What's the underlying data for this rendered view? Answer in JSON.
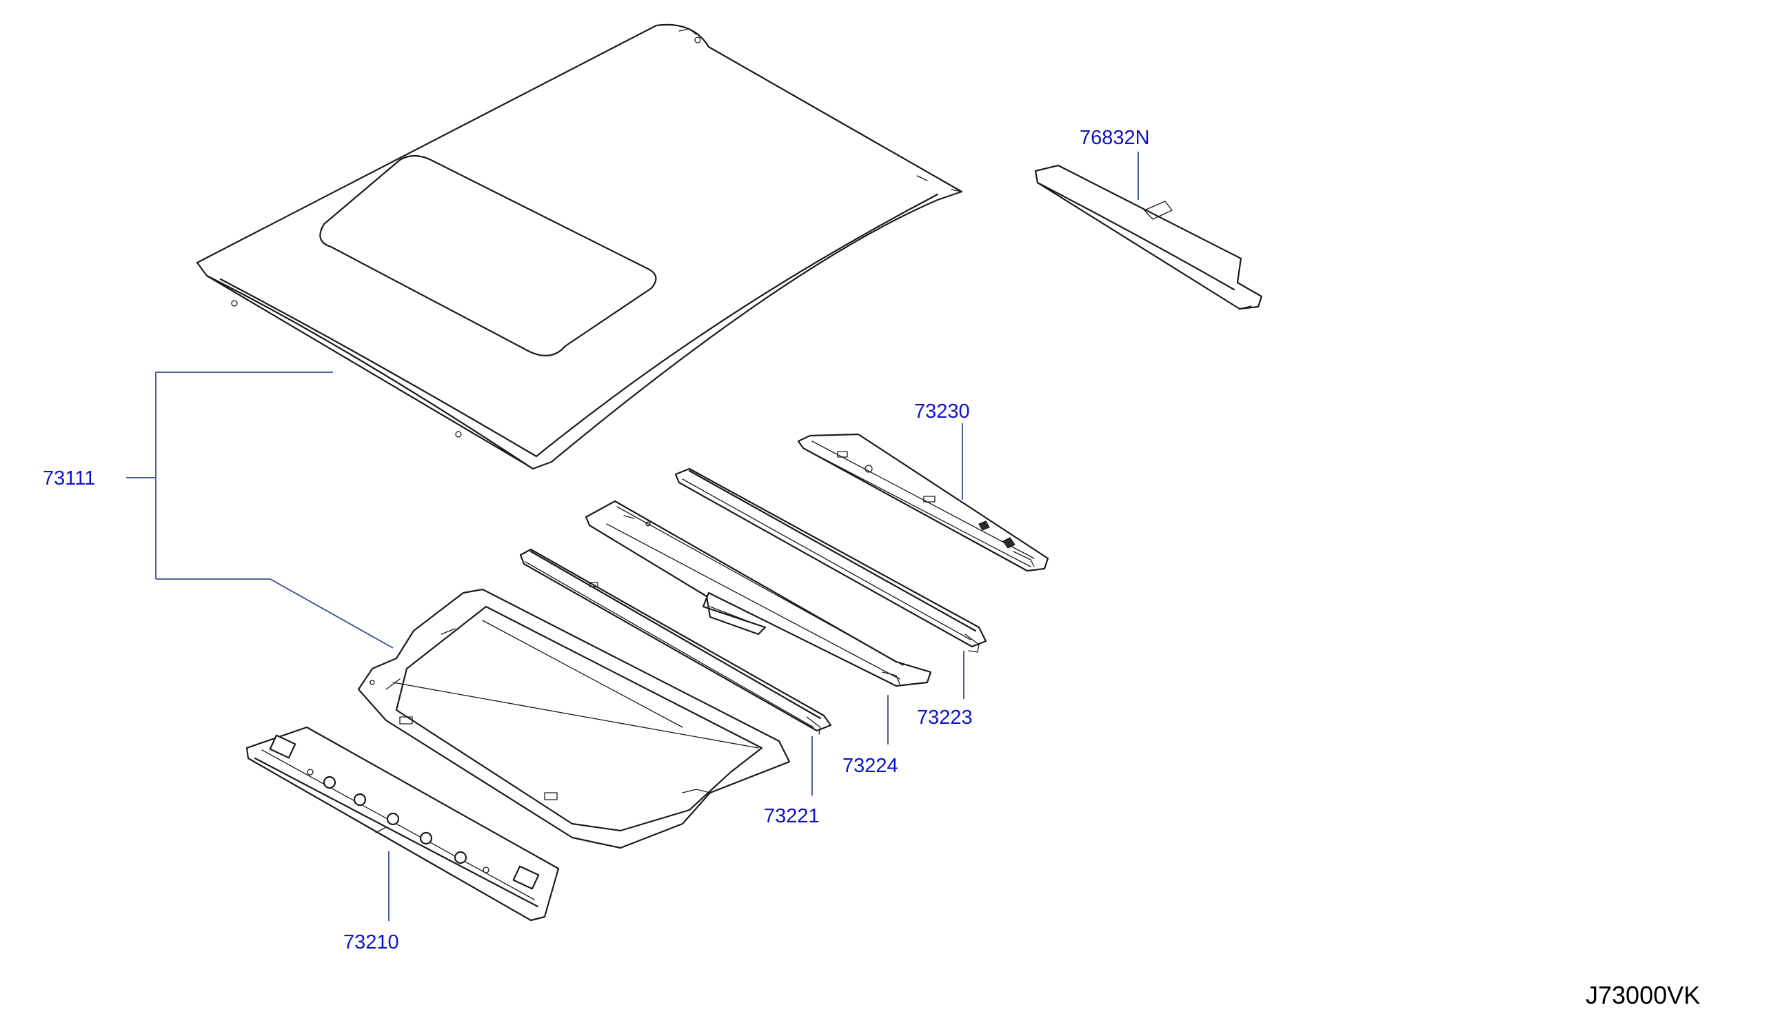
{
  "diagram": {
    "callouts": {
      "roof_panel": "73111",
      "rear_roof_rail": "76832N",
      "roof_bow_73230": "73230",
      "roof_bow_73223": "73223",
      "roof_bow_73224": "73224",
      "roof_bow_73221": "73221",
      "front_roof_rail": "73210"
    },
    "diagram_id": "J73000VK",
    "colors": {
      "callout_text": "#1010c8",
      "leader_line": "#3b4a8f",
      "part_outline": "#1a1a1a",
      "background": "#ffffff"
    }
  }
}
